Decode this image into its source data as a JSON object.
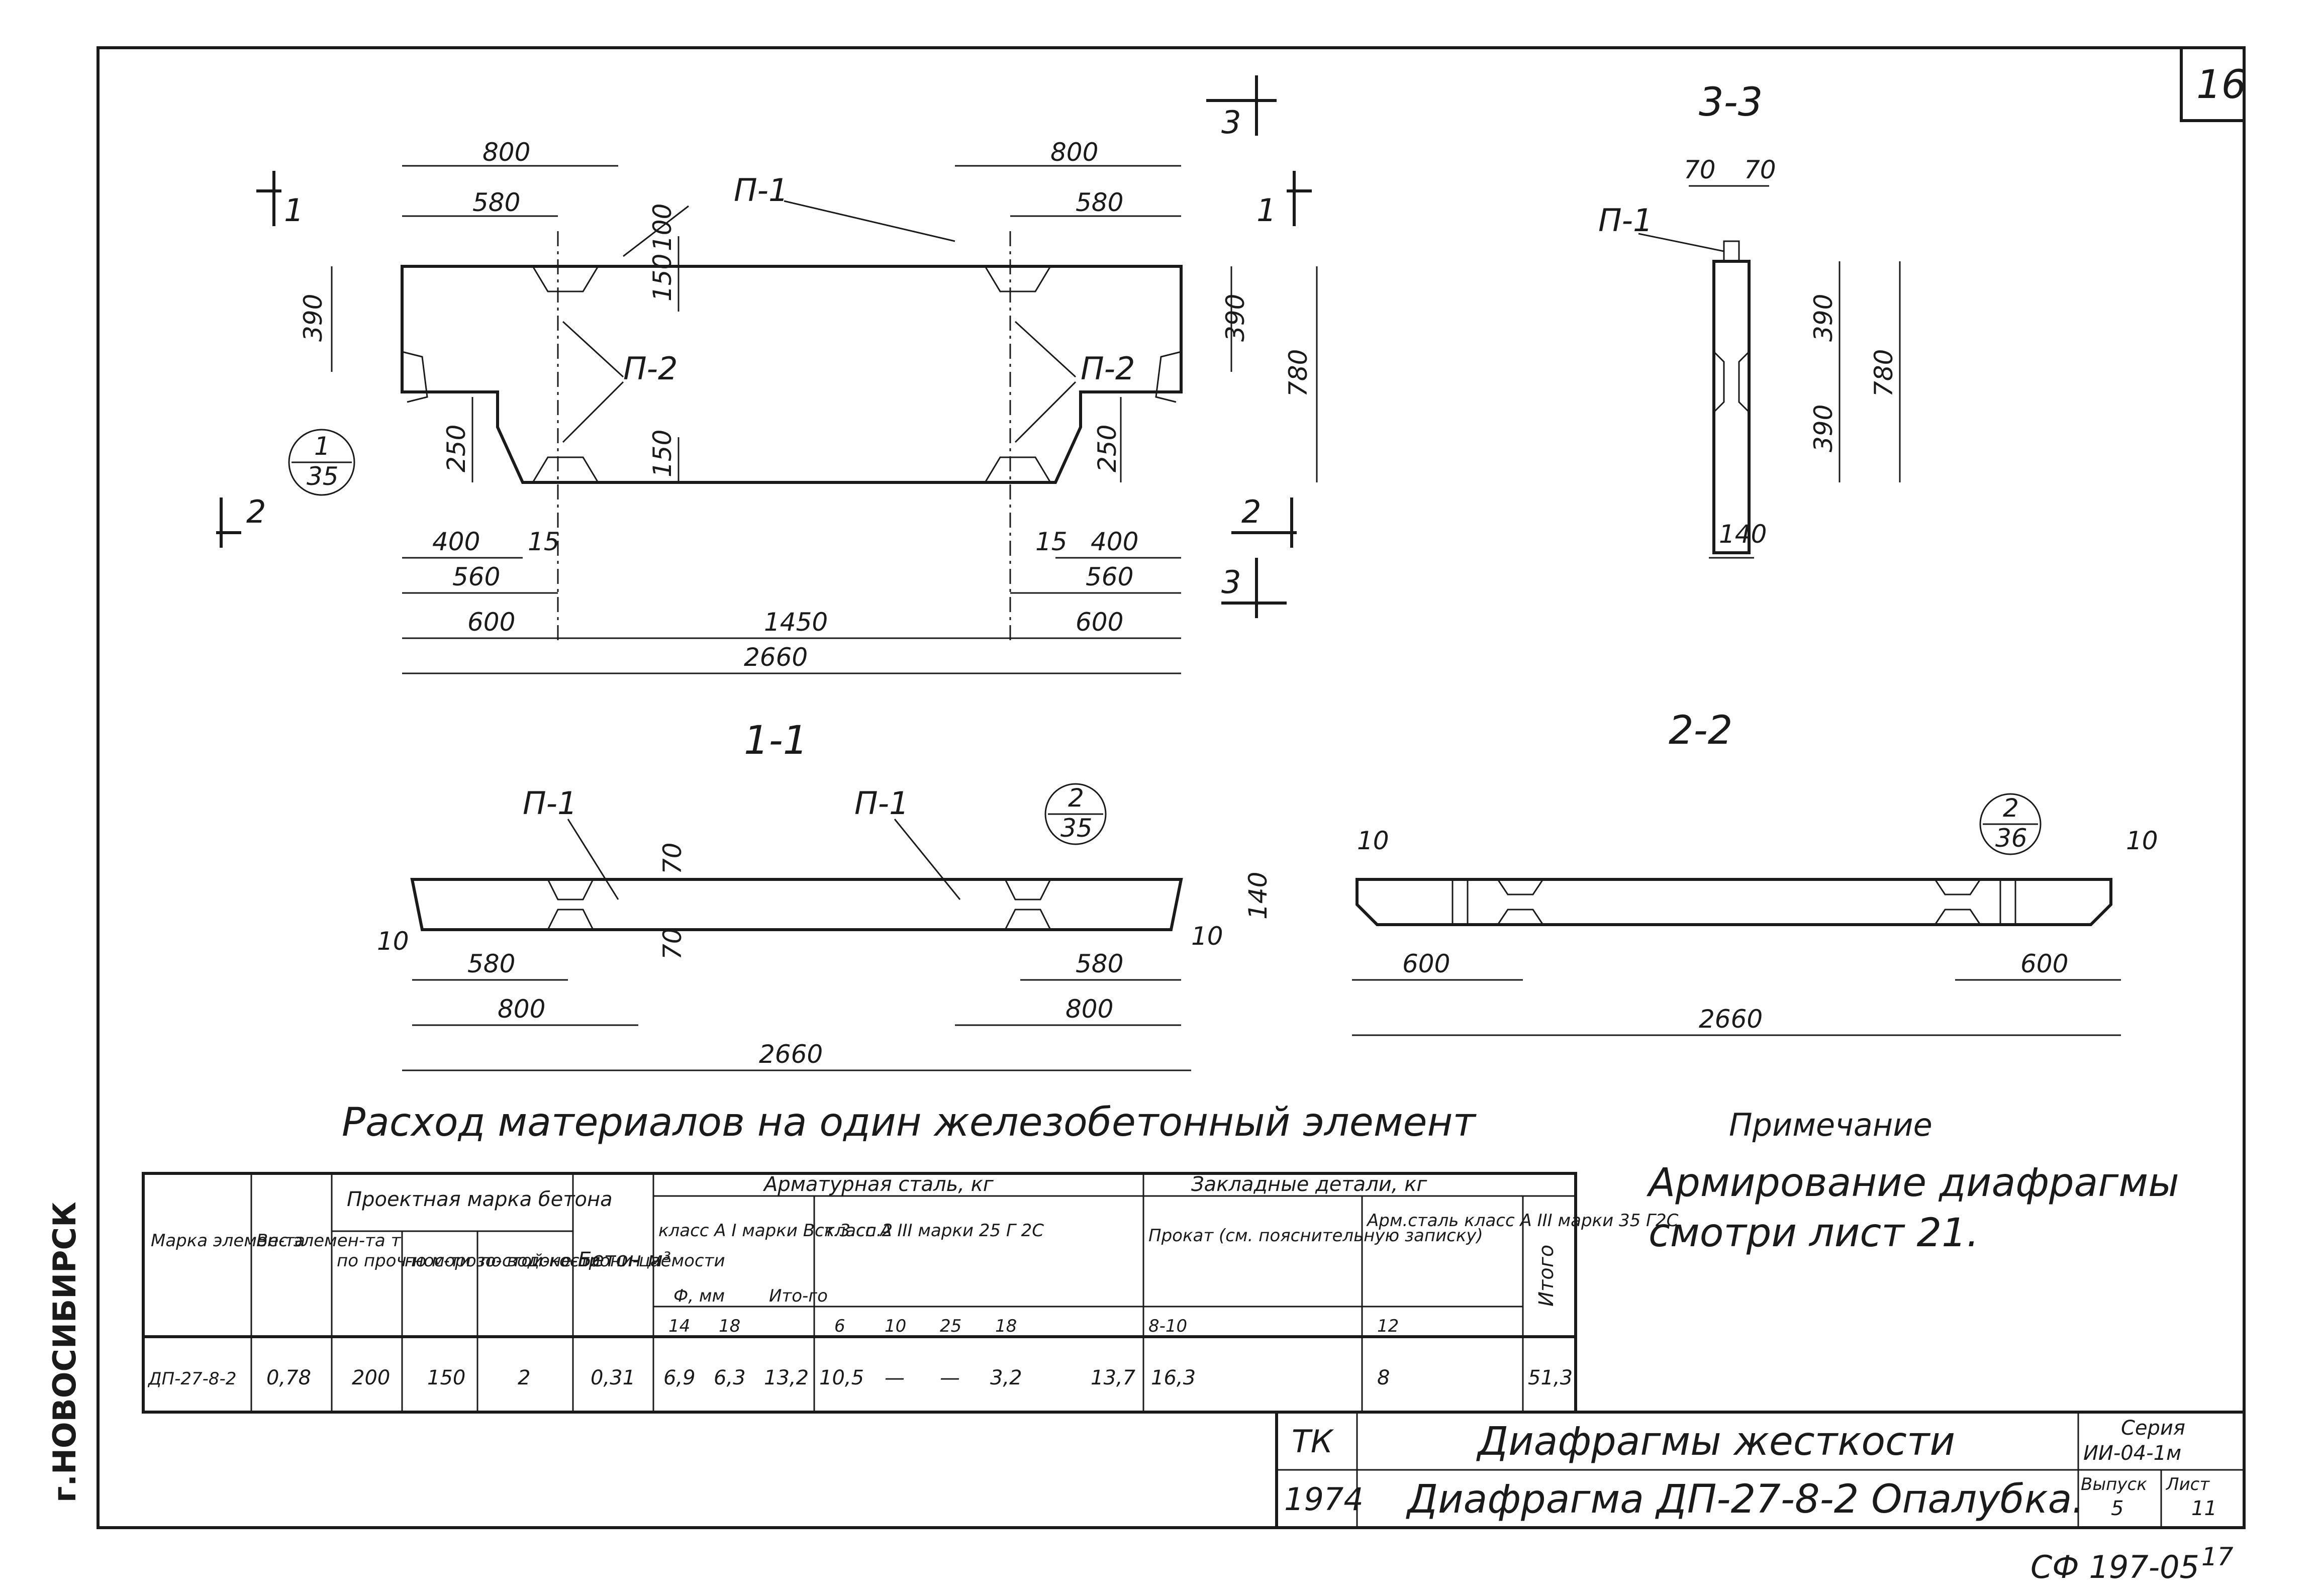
{
  "sheet": {
    "page_no": "16",
    "corner_code": "СФ 197-05",
    "corner_suffix": "17",
    "side_stamp": "г.НОВОСИБИРСК"
  },
  "plan": {
    "title_1_1": "1-1",
    "title_2_2": "2-2",
    "title_3_3": "3-3",
    "sec1": "1",
    "sec2": "2",
    "sec3": "3",
    "callout_top": "1",
    "callout_bottom": "35",
    "callout2_top": "2",
    "callout2_bottom": "35",
    "callout3_top": "2",
    "callout3_bottom": "36",
    "p1": "П-1",
    "p2": "П-2",
    "d_800": "800",
    "d_580": "580",
    "d_390": "390",
    "d_780": "780",
    "d_250": "250",
    "d_150": "150",
    "d_100": "100",
    "d_400": "400",
    "d_15": "15",
    "d_560": "560",
    "d_600": "600",
    "d_1450": "1450",
    "d_2660": "2660",
    "d_70": "70",
    "d_140": "140",
    "d_10": "10"
  },
  "materials": {
    "title": "Расход материалов на один железобетонный элемент",
    "h_mark": "Марка элемен-та",
    "h_weight": "Вес элемен-та т",
    "h_concrete_grade": "Проектная марка бетона",
    "h_strength": "по проч-нос-ти",
    "h_frost": "по морозо-стой-кости",
    "h_water": "по водоне-прони-цаемости",
    "h_concrete": "Бетон м³",
    "h_rebar": "Арматурная сталь, кг",
    "h_a1": "класс А I марки Вст.3.сп.2",
    "h_a3": "класс А III марки 25 Г 2С",
    "h_phi": "Ф, мм",
    "h_total_s": "Ито-го",
    "h_embedded": "Закладные детали, кг",
    "h_rolled": "Прокат (см. пояснительную записку)",
    "h_emb_steel": "Арм.сталь класс А III марки 35 Г2С",
    "h_total": "Итого",
    "d14": "14",
    "d18": "18",
    "d6": "6",
    "d10": "10",
    "d25": "25",
    "d18b": "18",
    "d8_10": "8-10",
    "d12": "12",
    "row": {
      "mark": "ДП-27-8-2",
      "weight": "0,78",
      "strength": "200",
      "frost": "150",
      "water": "2",
      "concrete": "0,31",
      "a1_14": "6,9",
      "a1_18": "6,3",
      "a1_total": "13,2",
      "a3_6": "10,5",
      "a3_10": "—",
      "a3_25": "—",
      "a3_18": "3,2",
      "a3_total": "13,7",
      "emb_rolled": "16,3",
      "emb_steel": "8",
      "total": "51,3"
    }
  },
  "note": {
    "title": "Примечание",
    "text_line1": "Армирование диафрагмы",
    "text_line2": "смотри лист 21."
  },
  "stamp": {
    "tk": "ТК",
    "year": "1974",
    "title1": "Диафрагмы жесткости",
    "title2": "Диафрагма ДП-27-8-2 Опалубка.",
    "series_label": "Серия",
    "series": "ИИ-04-1м",
    "issue_label": "Выпуск",
    "issue": "5",
    "sheet_label": "Лист",
    "sheet": "11"
  }
}
